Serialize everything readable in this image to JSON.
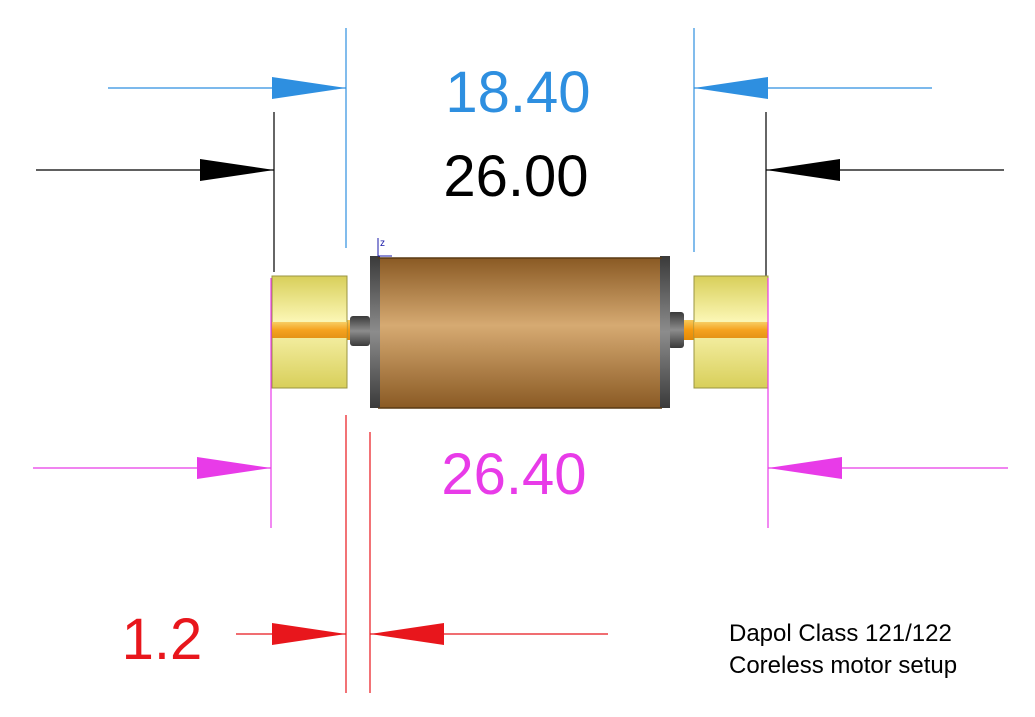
{
  "dimensions": {
    "top_blue": {
      "value": "18.40",
      "color": "#2e8fe0"
    },
    "top_black": {
      "value": "26.00",
      "color": "#000000"
    },
    "bottom_magenta": {
      "value": "26.40",
      "color": "#e83be8"
    },
    "gap_red": {
      "value": "1.2",
      "color": "#e8161c"
    }
  },
  "axis_marker": "z",
  "note": {
    "line1": "Dapol Class 121/122",
    "line2": "Coreless motor setup"
  },
  "colors": {
    "motor_body": "#b9834a",
    "flywheel": "#f2ea86",
    "shaft": "#f5a81e",
    "end_cap": "#6e6e6e",
    "axis_marker": "#1a1aa8"
  }
}
